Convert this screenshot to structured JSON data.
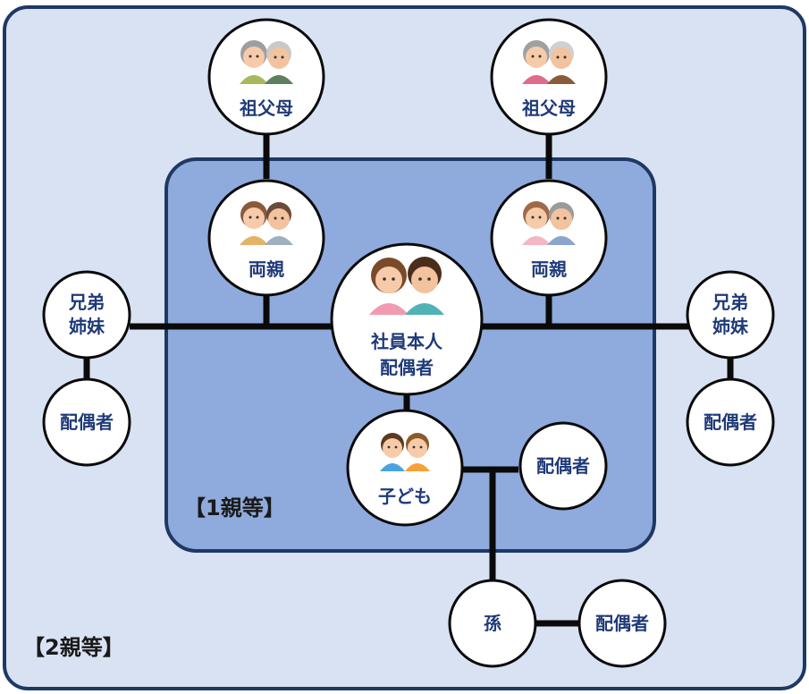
{
  "labels": {
    "grandparents_left": "祖父母",
    "grandparents_right": "祖父母",
    "parents_left": "両親",
    "parents_right": "両親",
    "self_line1": "社員本人",
    "self_line2": "配偶者",
    "sibling_left_line1": "兄弟",
    "sibling_left_line2": "姉妹",
    "sibling_right_line1": "兄弟",
    "sibling_right_line2": "姉妹",
    "spouse_sibling_left": "配偶者",
    "spouse_sibling_right": "配偶者",
    "child": "子ども",
    "spouse_child": "配偶者",
    "grandchild": "孫",
    "spouse_grandchild": "配偶者",
    "degree1": "【1親等】",
    "degree2": "【2親等】"
  },
  "icons": {
    "grandparents": "elderly-couple-icon",
    "parents": "middle-aged-couple-icon",
    "self": "young-couple-icon",
    "child": "children-icon"
  },
  "colors": {
    "outer_bg": "#d9e2f3",
    "outer_border": "#1f3864",
    "inner_bg": "#8faadc",
    "inner_border": "#1f3864",
    "text": "#1f3a78"
  }
}
